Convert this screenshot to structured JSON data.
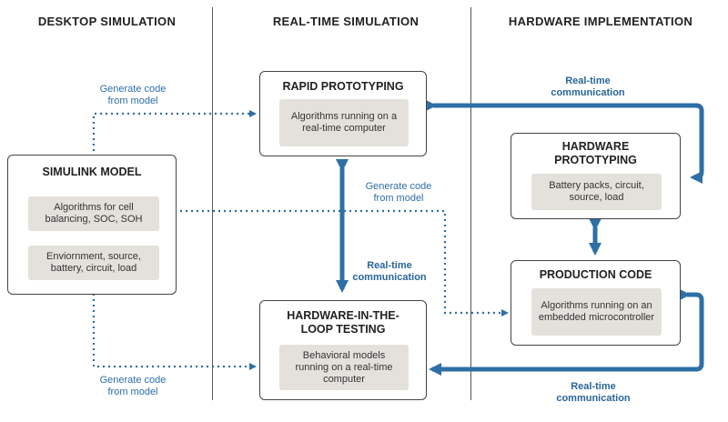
{
  "columns": {
    "desktop": "DESKTOP SIMULATION",
    "realtime": "REAL-TIME SIMULATION",
    "hardware": "HARDWARE IMPLEMENTATION"
  },
  "simulink": {
    "title": "SIMULINK MODEL",
    "inner1": "Algorithms for cell balancing, SOC, SOH",
    "inner2": "Enviornment, source, battery, circuit, load"
  },
  "rapid": {
    "title": "RAPID PROTOTYPING",
    "inner": "Algorithms running on a real-time computer"
  },
  "hil": {
    "title": "HARDWARE-IN-THE-LOOP TESTING",
    "inner": "Behavioral models running on a real-time computer"
  },
  "hwproto": {
    "title": "HARDWARE PROTOTYPING",
    "inner": "Battery packs, circuit, source, load"
  },
  "production": {
    "title": "PRODUCTION CODE",
    "inner": "Algorithms running on an embedded microcontroller"
  },
  "labels": {
    "gen_top": "Generate code from model",
    "gen_mid": "Generate code from model",
    "gen_bottom": "Generate code from model",
    "rt_top": "Real-time communication",
    "rt_mid": "Real-time communication",
    "rt_bottom": "Real-time communication"
  },
  "colors": {
    "arrow_blue": "#2e6fa6",
    "inner_fill": "#e4e1dc"
  }
}
